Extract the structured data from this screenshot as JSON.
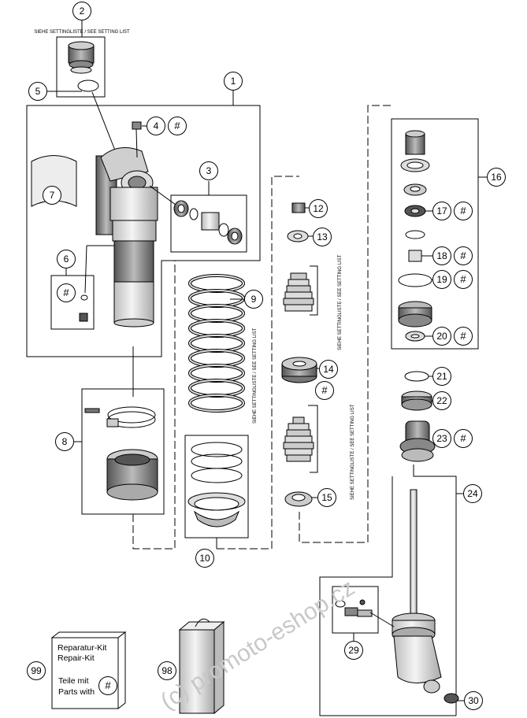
{
  "callouts": {
    "c1": "1",
    "c2": "2",
    "c3": "3",
    "c4": "4",
    "c5": "5",
    "c6": "6",
    "c7": "7",
    "c8": "8",
    "c9": "9",
    "c10": "10",
    "c12": "12",
    "c13": "13",
    "c14": "14",
    "c15": "15",
    "c16": "16",
    "c17": "17",
    "c18": "18",
    "c19": "19",
    "c20": "20",
    "c21": "21",
    "c22": "22",
    "c23": "23",
    "c24": "24",
    "c29": "29",
    "c30": "30",
    "c98": "98",
    "c99": "99"
  },
  "hash_symbol": "#",
  "setting_list_text": "SIEHE SETTINGLISTE / SEE SETTING LIST",
  "repair_kit": {
    "line1": "Reparatur-Kit",
    "line2": "Repair-Kit",
    "line3": "Teile mit",
    "line4": "Parts with"
  },
  "watermark": "(c) promoto-eshop.cz",
  "colors": {
    "line": "#000000",
    "part_fill": "#e6e6e6",
    "part_dark": "#9a9a9a",
    "watermark": "#c8c8c8"
  }
}
